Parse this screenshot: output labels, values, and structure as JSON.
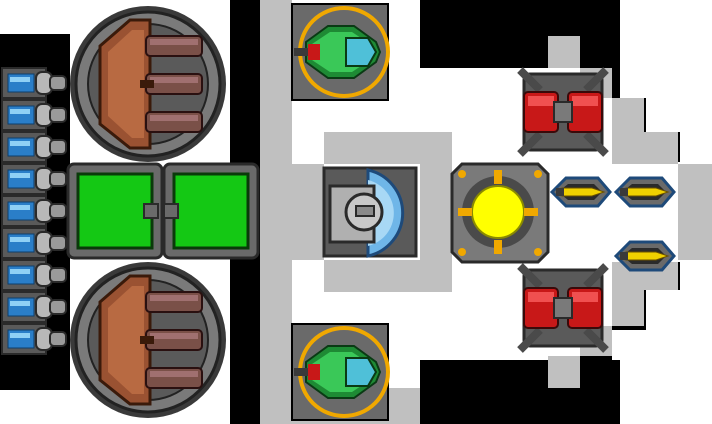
{
  "scene": {
    "description_visible_text": "",
    "modules": {
      "thruster_count": 9,
      "cargo_bays": 2,
      "cannon_turrets": 2,
      "fighter_bays": 2,
      "shield_dome": 1,
      "reactor_core": 1,
      "laser_batteries": 2,
      "missile_pods": 3
    },
    "colors": {
      "hull_grey": "#c0c0c0",
      "hull_dark": "#000000",
      "panel_grey": "#8a8a8a",
      "cargo_green": "#14c814",
      "reactor_yellow": "#ffff00",
      "thruster_blue": "#3a9ee0",
      "turret_brown": "#a0522d",
      "laser_red": "#d81818",
      "fighter_green": "#2fb84a",
      "missile_yellow": "#f0d000",
      "shield_blue": "#6fb6e8",
      "accent_orange": "#f0a800"
    },
    "icons": [
      "thruster-icon",
      "cargo-bay-icon",
      "cannon-turret-icon",
      "fighter-bay-icon",
      "shield-dome-icon",
      "reactor-core-icon",
      "laser-battery-icon",
      "missile-pod-icon"
    ]
  }
}
